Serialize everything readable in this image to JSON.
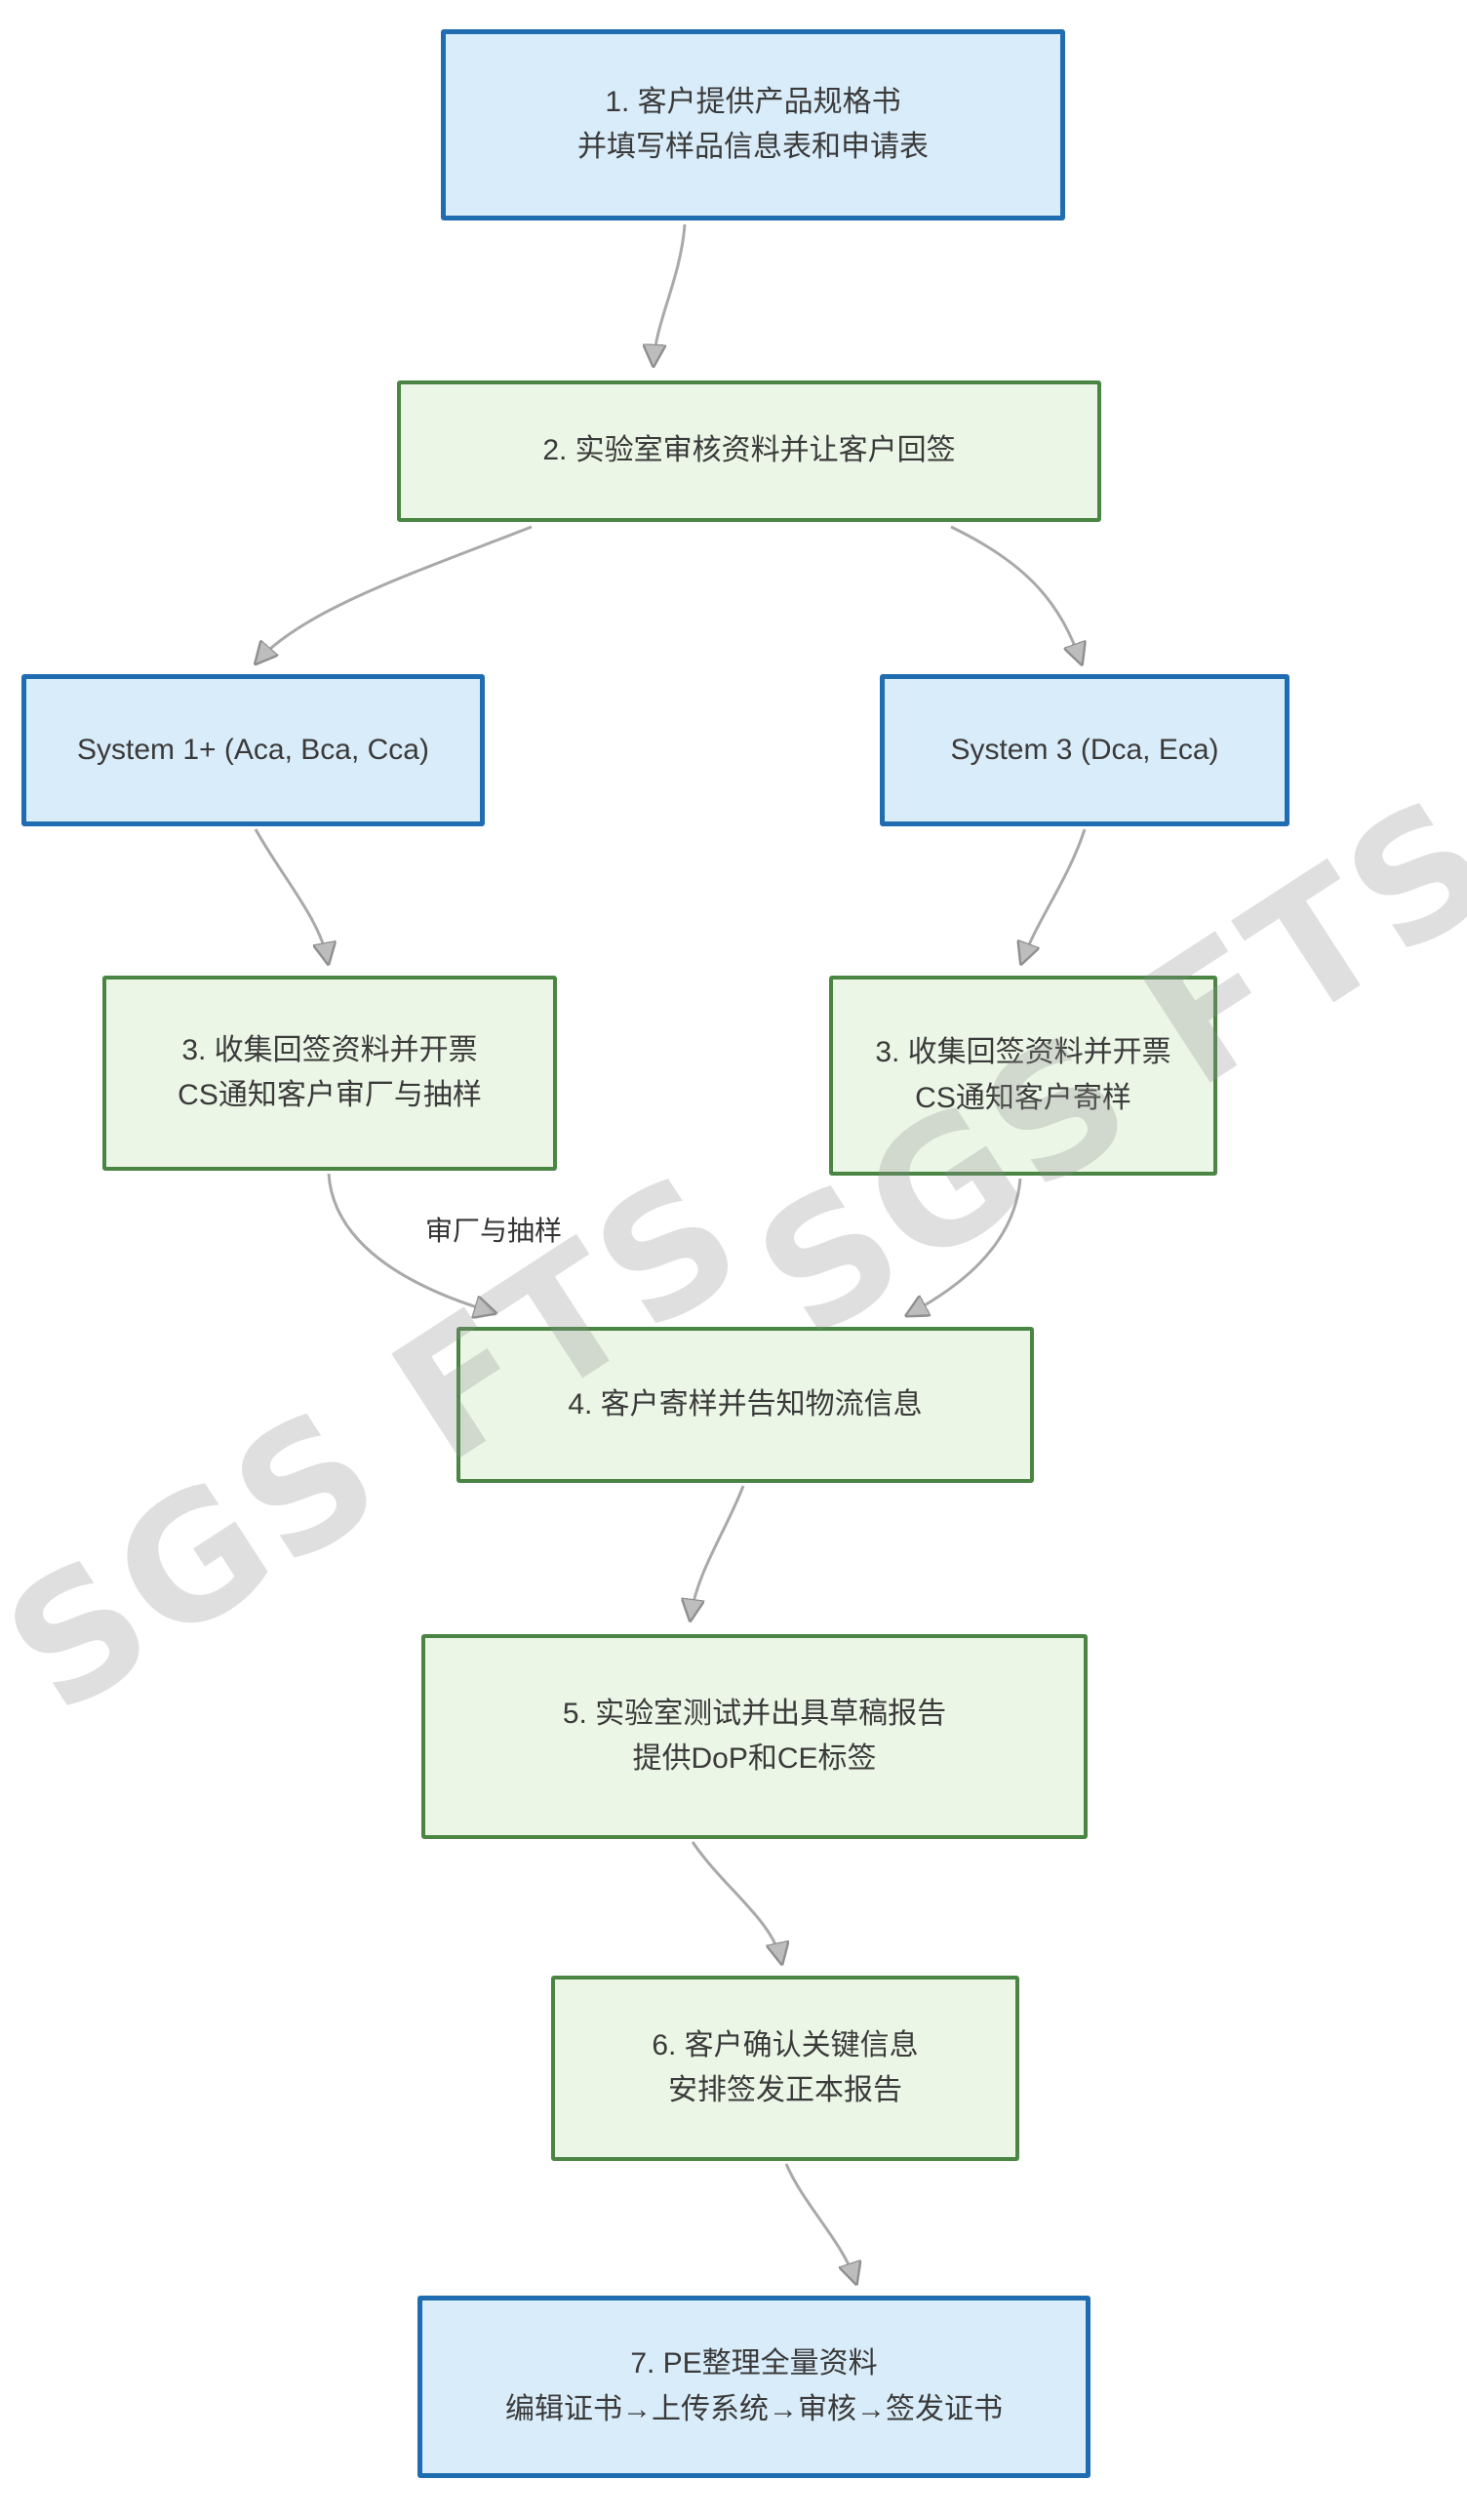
{
  "diagram": {
    "watermark": {
      "text": "SGS FTS",
      "color": "#dfdfdf"
    },
    "edge_label": "审厂与抽样",
    "colors": {
      "blue_node_fill": "#d9ecf9",
      "blue_node_border": "#1f6cb0",
      "green_node_fill": "#ecf6e6",
      "green_node_border": "#4a8544",
      "connector": "#a9a9a9",
      "text": "#3a3a3a"
    },
    "nodes": [
      {
        "id": "step1",
        "type": "blue",
        "lines": [
          "1. 客户提供产品规格书",
          "并填写样品信息表和申请表"
        ]
      },
      {
        "id": "step2",
        "type": "green",
        "lines": [
          "2. 实验室审核资料并让客户回签"
        ]
      },
      {
        "id": "system1plus",
        "type": "blue",
        "lines": [
          "System 1+ (Aca, Bca, Cca)"
        ]
      },
      {
        "id": "system3",
        "type": "blue",
        "lines": [
          "System 3 (Dca, Eca)"
        ]
      },
      {
        "id": "step3-left",
        "type": "green",
        "lines": [
          "3. 收集回签资料并开票",
          "CS通知客户审厂与抽样"
        ]
      },
      {
        "id": "step3-right",
        "type": "green",
        "lines": [
          "3. 收集回签资料并开票",
          "CS通知客户寄样"
        ]
      },
      {
        "id": "step4",
        "type": "green",
        "lines": [
          "4. 客户寄样并告知物流信息"
        ]
      },
      {
        "id": "step5",
        "type": "green",
        "lines": [
          "5. 实验室测试并出具草稿报告",
          "提供DoP和CE标签"
        ]
      },
      {
        "id": "step6",
        "type": "green",
        "lines": [
          "6. 客户确认关键信息",
          "安排签发正本报告"
        ]
      },
      {
        "id": "step7",
        "type": "blue",
        "lines": [
          "7. PE整理全量资料",
          "编辑证书→上传系统→审核→签发证书"
        ]
      }
    ]
  }
}
